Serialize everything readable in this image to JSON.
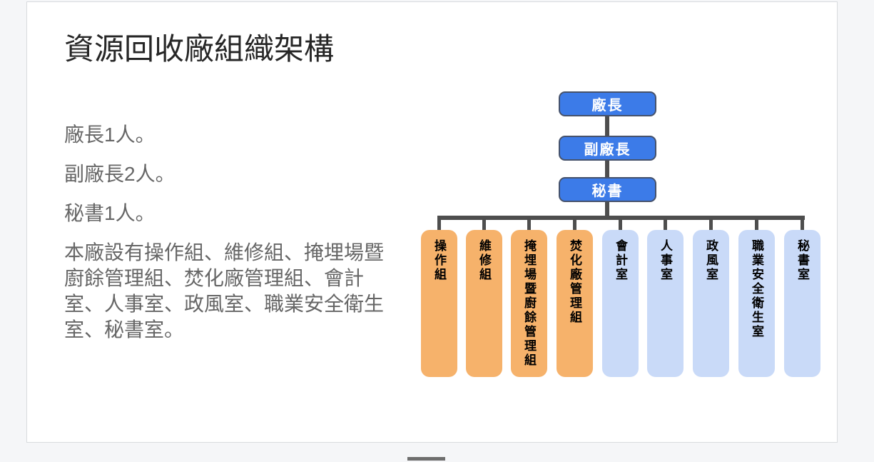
{
  "theme": {
    "page-bg": "#f5f6f8",
    "card-bg": "#ffffff",
    "card-border": "#d9dbde",
    "title-color": "#262626",
    "body-color": "#666666",
    "exec-fill": "#3c7be8",
    "exec-border": "#46526b",
    "exec-text": "#ffffff",
    "group-fill": "#f6b26b",
    "office-fill": "#c9daf8",
    "dept-text": "#000000",
    "connector": "#4e4e4e",
    "footer-bar": "#6e6e6e"
  },
  "content": {
    "title": "資源回收廠組織架構",
    "paragraphs": [
      "廠長1人。",
      "副廠長2人。",
      "秘書1人。",
      "本廠設有操作組、維修組、掩埋場暨廚餘管理組、焚化廠管理組、會計室、人事室、政風室、職業安全衛生室、秘書室。"
    ]
  },
  "org_chart": {
    "hierarchy": [
      {
        "label": "廠長"
      },
      {
        "label": "副廠長"
      },
      {
        "label": "秘書"
      }
    ],
    "departments": [
      {
        "label": "操作組",
        "category": "group"
      },
      {
        "label": "維修組",
        "category": "group"
      },
      {
        "label": "掩埋場暨廚餘管理組",
        "category": "group"
      },
      {
        "label": "焚化廠管理組",
        "category": "group"
      },
      {
        "label": "會計室",
        "category": "office"
      },
      {
        "label": "人事室",
        "category": "office"
      },
      {
        "label": "政風室",
        "category": "office"
      },
      {
        "label": "職業安全衛生室",
        "category": "office"
      },
      {
        "label": "秘書室",
        "category": "office"
      }
    ]
  }
}
